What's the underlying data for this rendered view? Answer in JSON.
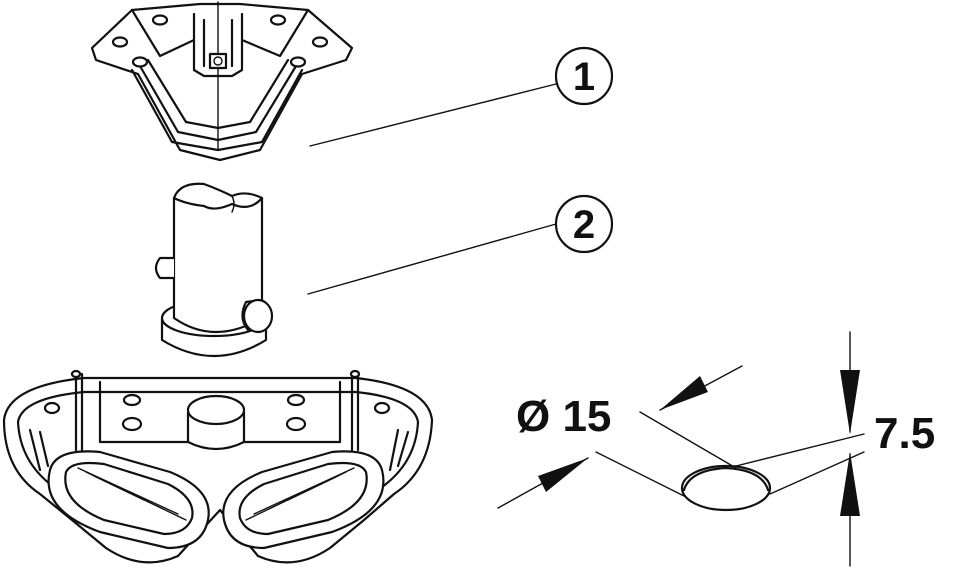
{
  "callouts": [
    {
      "number": "1"
    },
    {
      "number": "2"
    }
  ],
  "dimensions": {
    "diameter_label": "Ø 15",
    "depth_label": "7.5"
  }
}
